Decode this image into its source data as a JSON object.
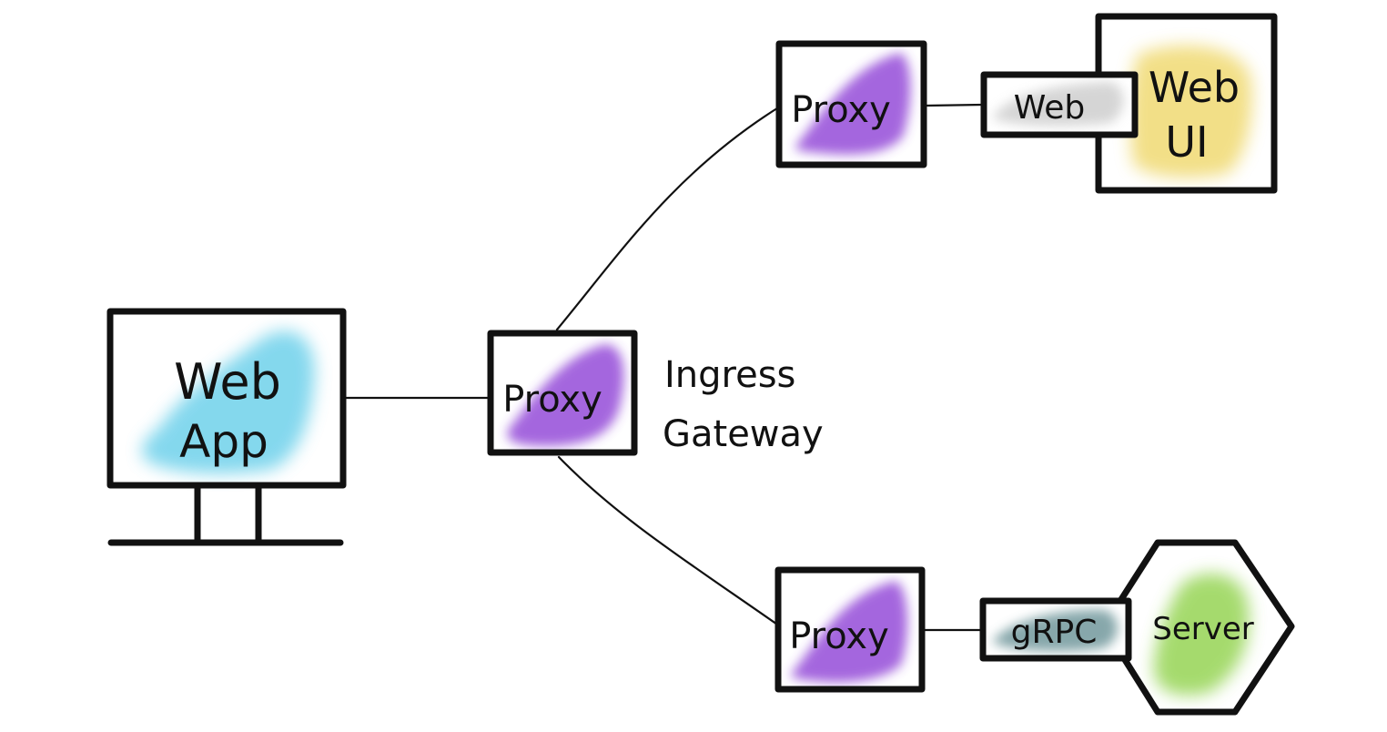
{
  "diagram": {
    "nodes": {
      "web_app": {
        "label_line1": "Web",
        "label_line2": "App",
        "shape": "monitor",
        "color": "#5bcbe8"
      },
      "ingress_proxy": {
        "label": "Proxy",
        "color": "#8e3fd6"
      },
      "ingress_caption": {
        "line1": "Ingress",
        "line2": "Gateway"
      },
      "web_proxy": {
        "label": "Proxy",
        "color": "#8e3fd6"
      },
      "web_port": {
        "label": "Web",
        "color": "#c8c8c8"
      },
      "web_ui": {
        "label_line1": "Web",
        "label_line2": "UI",
        "color": "#edd255"
      },
      "grpc_proxy": {
        "label": "Proxy",
        "color": "#8e3fd6"
      },
      "grpc_port": {
        "label": "gRPC",
        "color": "#5e8a8f"
      },
      "server": {
        "label": "Server",
        "shape": "hexagon",
        "color": "#8fd24a"
      }
    },
    "edges": [
      {
        "from": "web_app",
        "to": "ingress_proxy"
      },
      {
        "from": "ingress_proxy",
        "to": "web_proxy"
      },
      {
        "from": "ingress_proxy",
        "to": "grpc_proxy"
      },
      {
        "from": "web_proxy",
        "to": "web_port"
      },
      {
        "from": "grpc_proxy",
        "to": "grpc_port"
      }
    ]
  }
}
